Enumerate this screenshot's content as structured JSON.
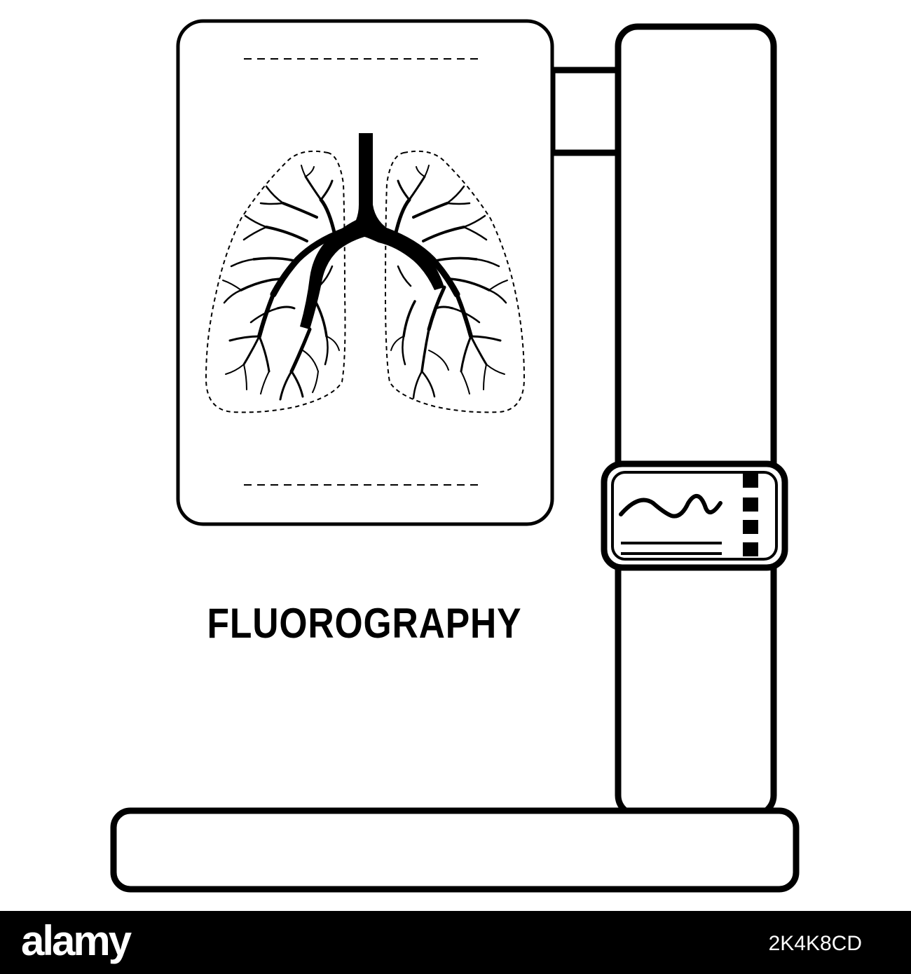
{
  "caption": "FLUOROGRAPHY",
  "watermark": {
    "logo": "alamy",
    "image_id": "2K4K8CD"
  },
  "colors": {
    "stroke": "#000000",
    "background": "#ffffff",
    "bar": "#000000",
    "bar_text": "#ffffff"
  },
  "icons": {
    "machine": "fluorography-machine-icon",
    "lungs": "lungs-icon",
    "monitor_wave": "sine-wave-icon"
  }
}
